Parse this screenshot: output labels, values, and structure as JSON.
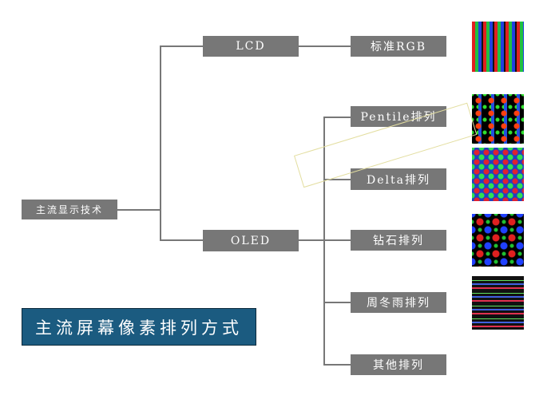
{
  "root": "主流显示技术",
  "level1": [
    "LCD",
    "OLED"
  ],
  "lcd_children": [
    "标准RGB"
  ],
  "oled_children": [
    "Pentile排列",
    "Delta排列",
    "钻石排列",
    "周冬雨排列",
    "其他排列"
  ],
  "title": "主流屏幕像素排列方式",
  "colors": {
    "node": "#777777",
    "title_bg": "#1b5b80"
  },
  "images": [
    "rgb-stripe-pixels",
    "pentile-pixels",
    "delta-pixels",
    "diamond-pixels",
    "zhoudongyu-pixels"
  ]
}
